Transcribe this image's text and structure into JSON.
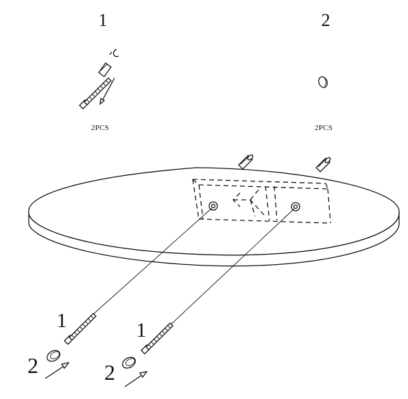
{
  "parts": [
    {
      "number": "1",
      "quantity": "2PCS",
      "icon": "bolt-with-barrel-nut-icon"
    },
    {
      "number": "2",
      "quantity": "2PCS",
      "icon": "cover-cap-icon"
    }
  ],
  "callouts": [
    {
      "number": "1",
      "icon": "bolt-icon"
    },
    {
      "number": "2",
      "icon": "cover-cap-icon"
    },
    {
      "number": "1",
      "icon": "bolt-icon"
    },
    {
      "number": "2",
      "icon": "cover-cap-icon"
    }
  ]
}
